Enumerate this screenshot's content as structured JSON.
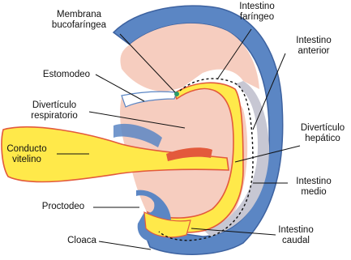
{
  "labels": {
    "membrana_l1": "Membrana",
    "membrana_l2": "bucofaríngea",
    "faringeo_l1": "Intestino",
    "faringeo_l2": "faríngeo",
    "anterior_l1": "Intestino",
    "anterior_l2": "anterior",
    "estomodeo": "Estomodeo",
    "respiratorio_l1": "Divertículo",
    "respiratorio_l2": "respiratorio",
    "hepatico_l1": "Divertículo",
    "hepatico_l2": "hepático",
    "conducto_l1": "Conducto",
    "conducto_l2": "vitelino",
    "medio_l1": "Intestino",
    "medio_l2": "medio",
    "proctodeo": "Proctodeo",
    "caudal_l1": "Intestino",
    "caudal_l2": "caudal",
    "cloaca": "Cloaca"
  },
  "colors": {
    "ectoderm": "#5b86c4",
    "mesoderm": "#f6cdbf",
    "endoderm": "#ffe94a",
    "endoderm_edge": "#e35a3c",
    "gray_wall": "#c7c7d3",
    "leader": "#111111"
  }
}
